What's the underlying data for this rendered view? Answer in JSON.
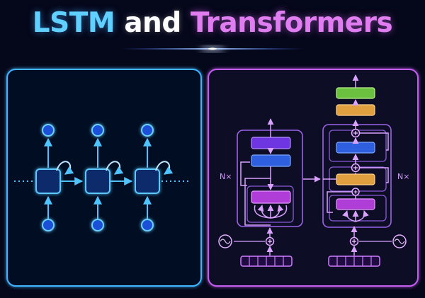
{
  "title": {
    "part1": "LSTM",
    "part2": "and",
    "part3": "Transformers"
  },
  "transformer": {
    "encoder_repeat": "N×",
    "decoder_repeat": "N×",
    "add_symbol": "+"
  },
  "colors": {
    "background": "#05071a",
    "lstm_accent": "#3fb4ff",
    "transformer_accent": "#c45cf0",
    "block_purple": "#7a3df0",
    "block_blue": "#2f6fe0",
    "block_magenta": "#b440e0",
    "block_orange": "#e0a040",
    "block_green": "#6cc040"
  },
  "icons": [
    "sine-wave-icon",
    "add-circle-icon",
    "self-loop-arrow-icon"
  ]
}
